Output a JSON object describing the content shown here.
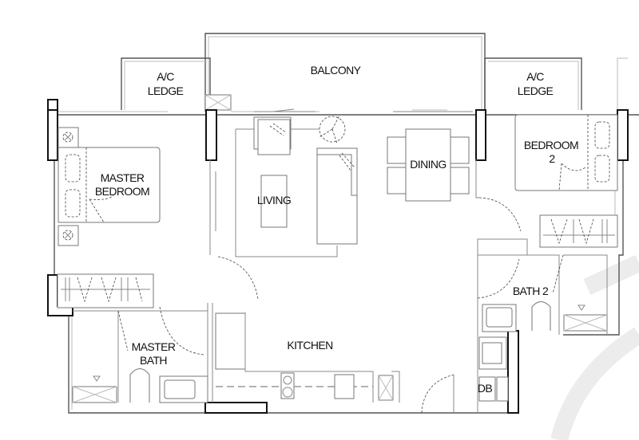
{
  "floorplan": {
    "rooms": {
      "balcony": "BALCONY",
      "ac_ledge_left_l1": "A/C",
      "ac_ledge_left_l2": "LEDGE",
      "ac_ledge_right_l1": "A/C",
      "ac_ledge_right_l2": "LEDGE",
      "master_bedroom_l1": "MASTER",
      "master_bedroom_l2": "BEDROOM",
      "living": "LIVING",
      "dining": "DINING",
      "bedroom2_l1": "BEDROOM",
      "bedroom2_l2": "2",
      "master_bath_l1": "MASTER",
      "master_bath_l2": "BATH",
      "kitchen": "KITCHEN",
      "bath2": "BATH 2",
      "db": "DB"
    },
    "colors": {
      "wall": "#555555",
      "column": "#111111",
      "background": "#ffffff",
      "watermark": "#ececec"
    }
  }
}
